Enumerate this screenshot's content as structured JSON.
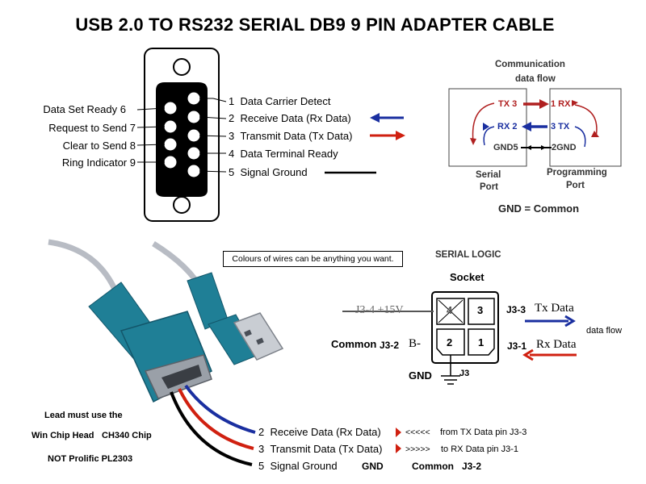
{
  "title": "USB 2.0 TO RS232 SERIAL DB9 9 PIN ADAPTER CABLE",
  "db9": {
    "left_pins": [
      {
        "label": "Data Set Ready",
        "num": "6"
      },
      {
        "label": "Request to Send",
        "num": "7"
      },
      {
        "label": "Clear to Send",
        "num": "8"
      },
      {
        "label": "Ring Indicator",
        "num": "9"
      }
    ],
    "right_pins": [
      {
        "num": "1",
        "label": "Data Carrier Detect"
      },
      {
        "num": "2",
        "label": "Receive Data (Rx Data)"
      },
      {
        "num": "3",
        "label": "Transmit Data (Tx Data)"
      },
      {
        "num": "4",
        "label": "Data Terminal Ready"
      },
      {
        "num": "5",
        "label": "Signal Ground"
      }
    ]
  },
  "comm": {
    "heading_line1": "Communication",
    "heading_line2": "data flow",
    "serial_tx": "TX 3",
    "serial_rx": "RX 2",
    "serial_gnd": "GND5",
    "prog_rx": "1 RX",
    "prog_tx": "3 TX",
    "prog_gnd": "2GND",
    "serial_port_line1": "Serial",
    "serial_port_line2": "Port",
    "prog_port_line1": "Programming",
    "prog_port_line2": "Port",
    "gnd_common": "GND = Common"
  },
  "wire_note": "Colours of wires can be anything you want.",
  "serial_logic": {
    "heading": "SERIAL LOGIC",
    "socket": "Socket",
    "j3_4": "J3-4 +15V",
    "pin4": "4",
    "pin3": "3",
    "pin2": "2",
    "pin1": "1",
    "j3_3": "J3-3",
    "tx_data": "Tx Data",
    "j3_1": "J3-1",
    "rx_data": "Rx Data",
    "data_flow": "data flow",
    "common": "Common",
    "j3_2": "J3-2",
    "b_minus": "B-",
    "gnd": "GND",
    "j3": "J3"
  },
  "lead": {
    "line1": "Lead must use the",
    "line2a": "Win Chip Head",
    "line2b": "CH340 Chip",
    "line3": "NOT Prolific PL2303"
  },
  "bottom": {
    "r2_num": "2",
    "r2_label": "Receive Data (Rx Data)",
    "r2_arrows": "<<<<<",
    "r2_note": "from  TX Data pin J3-3",
    "r3_num": "3",
    "r3_label": "Transmit Data (Tx Data)",
    "r3_arrows": ">>>>>",
    "r3_note": "to RX Data pin J3-1",
    "r5_num": "5",
    "r5_label": "Signal Ground",
    "r5_gnd": "GND",
    "r5_common": "Common",
    "r5_j3": "J3-2"
  },
  "colors": {
    "blue": "#1a2fa0",
    "red": "#d02010",
    "dark_red": "#b02020",
    "cable_teal": "#1f7f96",
    "cable_grey": "#b8bcc4"
  }
}
